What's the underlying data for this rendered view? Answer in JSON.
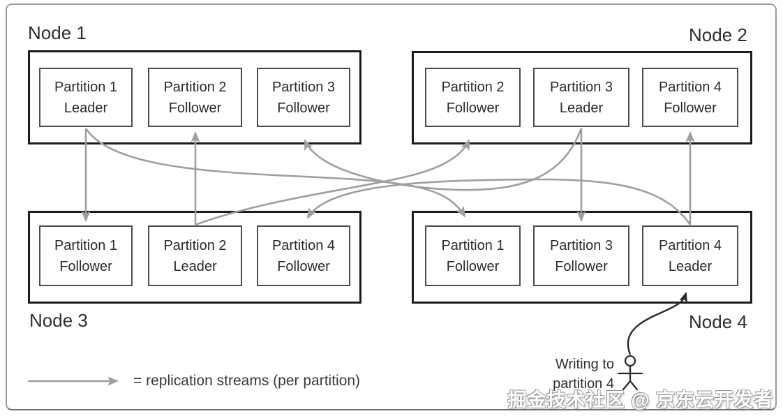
{
  "nodes": [
    {
      "label": "Node 1",
      "partitions": [
        {
          "title": "Partition 1",
          "role": "Leader"
        },
        {
          "title": "Partition 2",
          "role": "Follower"
        },
        {
          "title": "Partition 3",
          "role": "Follower"
        }
      ]
    },
    {
      "label": "Node 2",
      "partitions": [
        {
          "title": "Partition 2",
          "role": "Follower"
        },
        {
          "title": "Partition 3",
          "role": "Leader"
        },
        {
          "title": "Partition 4",
          "role": "Follower"
        }
      ]
    },
    {
      "label": "Node 3",
      "partitions": [
        {
          "title": "Partition 1",
          "role": "Follower"
        },
        {
          "title": "Partition 2",
          "role": "Leader"
        },
        {
          "title": "Partition 4",
          "role": "Follower"
        }
      ]
    },
    {
      "label": "Node 4",
      "partitions": [
        {
          "title": "Partition 1",
          "role": "Follower"
        },
        {
          "title": "Partition 3",
          "role": "Follower"
        },
        {
          "title": "Partition 4",
          "role": "Leader"
        }
      ]
    }
  ],
  "legend": {
    "label": "= replication streams (per partition)"
  },
  "annotation": {
    "line1": "Writing to",
    "line2": "partition 4"
  },
  "watermark": {
    "text": "掘金技术社区 @ 京东云开发者"
  },
  "colors": {
    "replication_arrow": "#9f9f9f",
    "write_arrow": "#2b2b2b",
    "node_border": "#1c1c1c",
    "partition_border": "#4d4d4d",
    "text": "#2b2b2b",
    "frame_border": "#9b9b9b"
  }
}
